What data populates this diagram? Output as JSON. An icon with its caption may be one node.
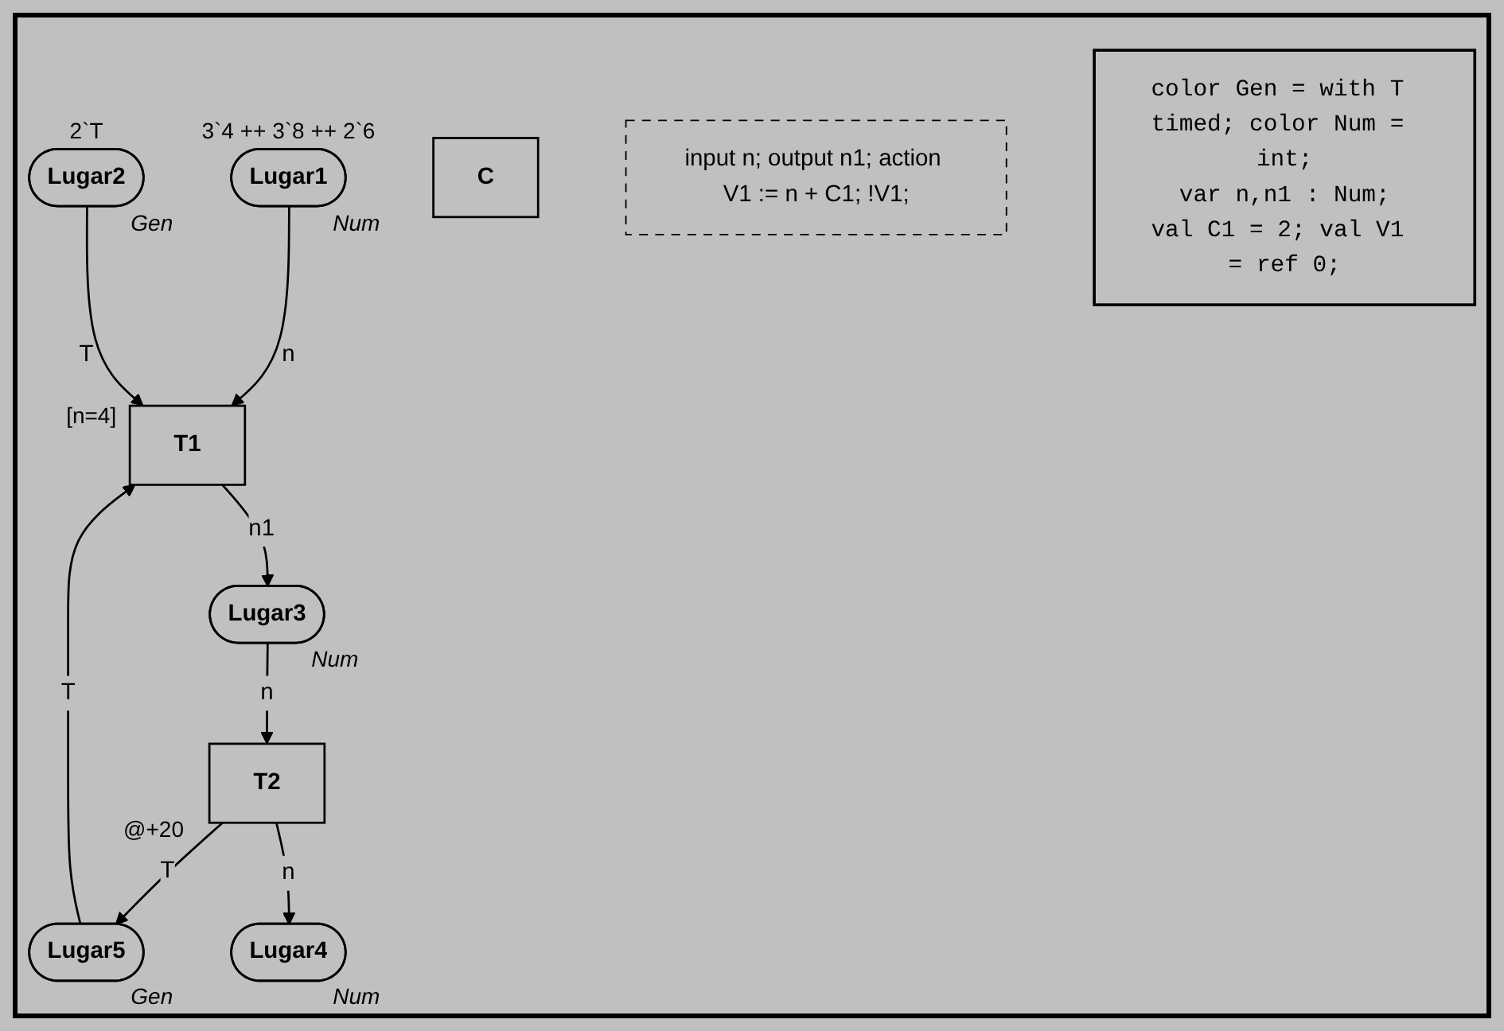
{
  "diagram": {
    "nodes": [
      {
        "text": [
          "Lugar1"
        ],
        "beside": [
          "3`4 ++ 3`8 ++ 2`6",
          "Num"
        ]
      },
      {
        "text": [
          "Lugar2"
        ],
        "beside": [
          "2`T",
          "Gen"
        ]
      },
      {
        "text": [
          "T1"
        ],
        "beside": [
          "[n=4]"
        ]
      },
      {
        "text": [
          "C"
        ]
      },
      {
        "text": [
          "input n; output n1; action V1 := n + C1; !V1;"
        ]
      },
      {
        "text": [
          "Lugar3"
        ],
        "beside": [
          "Num"
        ]
      },
      {
        "text": [
          "Lugar5"
        ],
        "beside": [
          "Gen"
        ]
      },
      {
        "text": [
          "T2"
        ],
        "beside": [
          "@+20"
        ]
      },
      {
        "text": [
          "Lugar4"
        ],
        "beside": [
          "Num"
        ]
      },
      {
        "text": [
          "color Gen = with T timed; color Num = int;",
          "var n,n1 : Num;",
          "val C1 = 2; val V1 = ref 0;"
        ]
      }
    ],
    "edges": [
      {
        "from": 0,
        "to": 2,
        "arrow": "to",
        "label": "n"
      },
      {
        "from": 1,
        "to": 2,
        "arrow": "to",
        "label": "T"
      },
      {
        "from": 6,
        "to": 2,
        "arrow": "to",
        "label": "T"
      },
      {
        "from": 2,
        "to": 5,
        "arrow": "to",
        "label": "n1"
      },
      {
        "from": 5,
        "to": 7,
        "arrow": "to",
        "label": "n"
      },
      {
        "from": 7,
        "to": 6,
        "arrow": "to",
        "label": "T"
      },
      {
        "from": 7,
        "to": 8,
        "arrow": "to",
        "label": "n"
      }
    ]
  }
}
